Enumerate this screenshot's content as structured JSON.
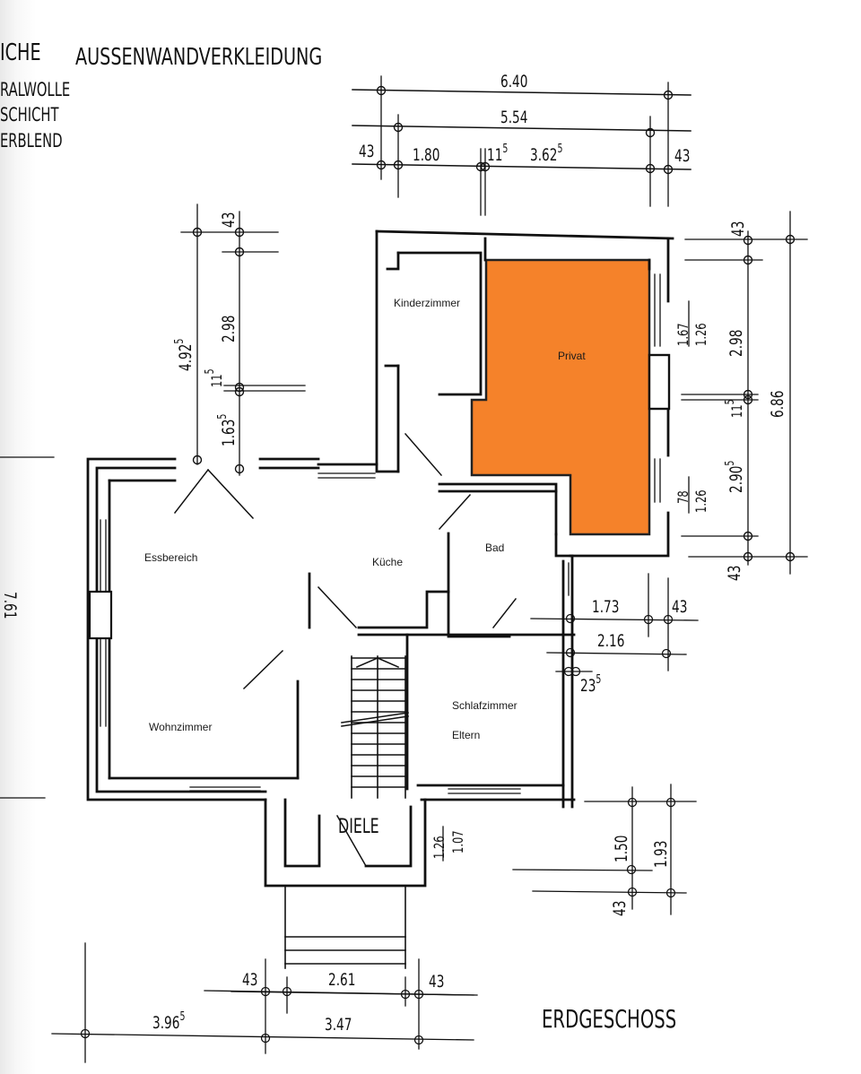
{
  "header": {
    "title_partial": "ICHE",
    "title": "AUSSENWANDVERKLEIDUNG",
    "legend": [
      "RALWOLLE",
      "SCHICHT",
      "ERBLEND"
    ]
  },
  "floor_name": "ERDGESCHOSS",
  "rooms": {
    "kinderzimmer": "Kinderzimmer",
    "privat": "Privat",
    "essbereich": "Essbereich",
    "kueche": "Küche",
    "bad": "Bad",
    "wohnzimmer": "Wohnzimmer",
    "schlafzimmer": "Schlafzimmer",
    "eltern": "Eltern",
    "diele": "DIELE"
  },
  "highlight": {
    "room": "Privat",
    "color": "#f5822a"
  },
  "dimensions": {
    "top": {
      "overall": "6.40",
      "inner": "5.54",
      "seg_left_wall": "43",
      "seg_kinder": "1.80",
      "seg_partition": "11",
      "seg_partition_sup": "5",
      "seg_privat": "3.62",
      "seg_privat_sup": "5",
      "seg_right_wall": "43"
    },
    "right": {
      "top_wall": "43",
      "upper": "2.98",
      "partition": "11",
      "partition_sup": "5",
      "lower": "2.90",
      "lower_sup": "5",
      "bottom_wall": "43",
      "overall": "6.86",
      "window_upper_num": "1.67",
      "window_upper_den": "1.26",
      "window_lower_num": "78",
      "window_lower_den": "1.26"
    },
    "left_upper": {
      "overall": "4.92",
      "overall_sup": "5",
      "top_wall": "43",
      "upper": "2.98",
      "partition": "11",
      "partition_sup": "5",
      "lower": "1.63",
      "lower_sup": "5"
    },
    "middle_right": {
      "a": "1.73",
      "a_wall": "43",
      "b": "2.16",
      "c": "23",
      "c_sup": "5"
    },
    "entrance_right": {
      "a": "1.50",
      "b": "1.93",
      "wall": "43",
      "door_num": "1.26",
      "door_den": "1.07"
    },
    "bottom": {
      "left_wall": "43",
      "inner": "2.61",
      "right_wall": "43",
      "left_total": "3.96",
      "left_total_sup": "5",
      "total": "3.47"
    },
    "left_edge": "7.61"
  }
}
